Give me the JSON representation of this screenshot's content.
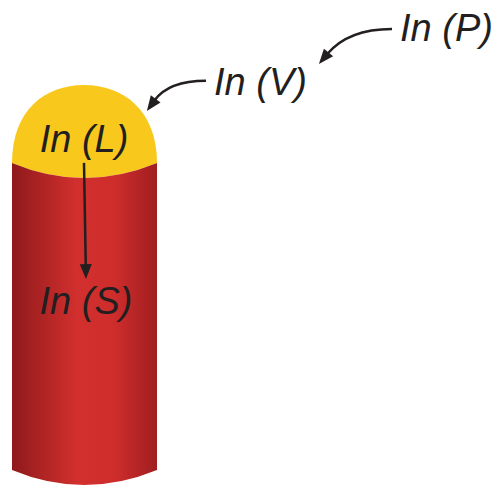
{
  "diagram": {
    "nodes": [
      {
        "text": [
          "In (P)"
        ]
      },
      {
        "text": [
          "In (V)"
        ]
      },
      {
        "text": [
          "In (L)"
        ]
      },
      {
        "text": [
          "In (S)"
        ]
      }
    ],
    "edges": [
      {
        "from": 0,
        "to": 1,
        "arrow": "to"
      },
      {
        "from": 1,
        "to": 2,
        "arrow": "to"
      },
      {
        "from": 2,
        "to": 3,
        "arrow": "to"
      }
    ]
  }
}
